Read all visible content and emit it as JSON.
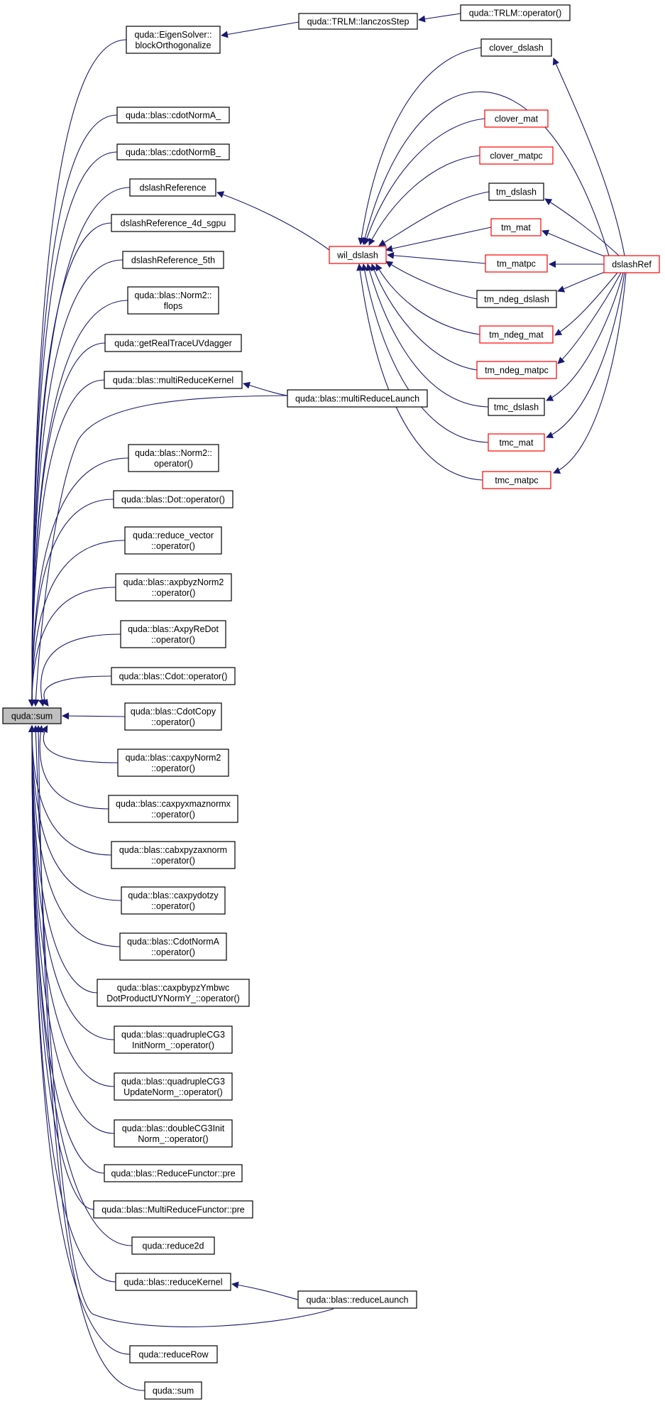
{
  "graph": {
    "node_colors": {
      "normal": "#000000",
      "truncated": "#ff0000",
      "root_fill": "#bfbfbf",
      "edge": "#191970"
    },
    "nodes": [
      {
        "id": "qsum",
        "lines": [
          "quda::sum"
        ],
        "style": "root"
      },
      {
        "id": "eig",
        "lines": [
          "quda::EigenSolver::",
          "blockOrthogonalize"
        ],
        "style": "normal"
      },
      {
        "id": "lanc",
        "lines": [
          "quda::TRLM::lanczosStep"
        ],
        "style": "normal"
      },
      {
        "id": "trlmop",
        "lines": [
          "quda::TRLM::operator()"
        ],
        "style": "normal"
      },
      {
        "id": "cdotA",
        "lines": [
          "quda::blas::cdotNormA_"
        ],
        "style": "normal"
      },
      {
        "id": "cdotB",
        "lines": [
          "quda::blas::cdotNormB_"
        ],
        "style": "normal"
      },
      {
        "id": "dref",
        "lines": [
          "dslashReference"
        ],
        "style": "normal"
      },
      {
        "id": "dref4d",
        "lines": [
          "dslashReference_4d_sgpu"
        ],
        "style": "normal"
      },
      {
        "id": "dref5",
        "lines": [
          "dslashReference_5th"
        ],
        "style": "normal"
      },
      {
        "id": "n2flops",
        "lines": [
          "quda::blas::Norm2::",
          "flops"
        ],
        "style": "normal"
      },
      {
        "id": "grt",
        "lines": [
          "quda::getRealTraceUVdagger"
        ],
        "style": "normal"
      },
      {
        "id": "mrk",
        "lines": [
          "quda::blas::multiReduceKernel"
        ],
        "style": "normal"
      },
      {
        "id": "mrl",
        "lines": [
          "quda::blas::multiReduceLaunch"
        ],
        "style": "normal"
      },
      {
        "id": "n2op",
        "lines": [
          "quda::blas::Norm2::",
          "operator()"
        ],
        "style": "normal"
      },
      {
        "id": "dotop",
        "lines": [
          "quda::blas::Dot::operator()"
        ],
        "style": "normal"
      },
      {
        "id": "rv",
        "lines": [
          "quda::reduce_vector",
          "::operator()"
        ],
        "style": "normal"
      },
      {
        "id": "axpbyz",
        "lines": [
          "quda::blas::axpbyzNorm2",
          "::operator()"
        ],
        "style": "normal"
      },
      {
        "id": "axpyre",
        "lines": [
          "quda::blas::AxpyReDot",
          "::operator()"
        ],
        "style": "normal"
      },
      {
        "id": "cdotop",
        "lines": [
          "quda::blas::Cdot::operator()"
        ],
        "style": "normal"
      },
      {
        "id": "cdotcopy",
        "lines": [
          "quda::blas::CdotCopy",
          "::operator()"
        ],
        "style": "normal"
      },
      {
        "id": "caxpyn2",
        "lines": [
          "quda::blas::caxpyNorm2",
          "::operator()"
        ],
        "style": "normal"
      },
      {
        "id": "caxpyxm",
        "lines": [
          "quda::blas::caxpyxmaznormx",
          "::operator()"
        ],
        "style": "normal"
      },
      {
        "id": "cabx",
        "lines": [
          "quda::blas::cabxpyzaxnorm",
          "::operator()"
        ],
        "style": "normal"
      },
      {
        "id": "caxpydz",
        "lines": [
          "quda::blas::caxpydotzy",
          "::operator()"
        ],
        "style": "normal"
      },
      {
        "id": "cdotna",
        "lines": [
          "quda::blas::CdotNormA",
          "::operator()"
        ],
        "style": "normal"
      },
      {
        "id": "caxpbypz",
        "lines": [
          "quda::blas::caxpbypzYmbwc",
          "DotProductUYNormY_::operator()"
        ],
        "style": "normal"
      },
      {
        "id": "q3init",
        "lines": [
          "quda::blas::quadrupleCG3",
          "InitNorm_::operator()"
        ],
        "style": "normal"
      },
      {
        "id": "q3upd",
        "lines": [
          "quda::blas::quadrupleCG3",
          "UpdateNorm_::operator()"
        ],
        "style": "normal"
      },
      {
        "id": "d3init",
        "lines": [
          "quda::blas::doubleCG3Init",
          "Norm_::operator()"
        ],
        "style": "normal"
      },
      {
        "id": "rfpre",
        "lines": [
          "quda::blas::ReduceFunctor::pre"
        ],
        "style": "normal"
      },
      {
        "id": "mrfpre",
        "lines": [
          "quda::blas::MultiReduceFunctor::pre"
        ],
        "style": "normal"
      },
      {
        "id": "r2d",
        "lines": [
          "quda::reduce2d"
        ],
        "style": "normal"
      },
      {
        "id": "rk",
        "lines": [
          "quda::blas::reduceKernel"
        ],
        "style": "normal"
      },
      {
        "id": "rl",
        "lines": [
          "quda::blas::reduceLaunch"
        ],
        "style": "normal"
      },
      {
        "id": "rrow",
        "lines": [
          "quda::reduceRow"
        ],
        "style": "normal"
      },
      {
        "id": "qsum2",
        "lines": [
          "quda::sum"
        ],
        "style": "normal"
      },
      {
        "id": "wil",
        "lines": [
          "wil_dslash"
        ],
        "style": "truncated"
      },
      {
        "id": "clovd",
        "lines": [
          "clover_dslash"
        ],
        "style": "normal"
      },
      {
        "id": "clovm",
        "lines": [
          "clover_mat"
        ],
        "style": "truncated"
      },
      {
        "id": "clovmpc",
        "lines": [
          "clover_matpc"
        ],
        "style": "truncated"
      },
      {
        "id": "tmd",
        "lines": [
          "tm_dslash"
        ],
        "style": "normal"
      },
      {
        "id": "tmm",
        "lines": [
          "tm_mat"
        ],
        "style": "truncated"
      },
      {
        "id": "tmmpc",
        "lines": [
          "tm_matpc"
        ],
        "style": "truncated"
      },
      {
        "id": "tmnd",
        "lines": [
          "tm_ndeg_dslash"
        ],
        "style": "normal"
      },
      {
        "id": "tmnm",
        "lines": [
          "tm_ndeg_mat"
        ],
        "style": "truncated"
      },
      {
        "id": "tmnmpc",
        "lines": [
          "tm_ndeg_matpc"
        ],
        "style": "truncated"
      },
      {
        "id": "tmcd",
        "lines": [
          "tmc_dslash"
        ],
        "style": "normal"
      },
      {
        "id": "tmcm",
        "lines": [
          "tmc_mat"
        ],
        "style": "truncated"
      },
      {
        "id": "tmcmpc",
        "lines": [
          "tmc_matpc"
        ],
        "style": "truncated"
      },
      {
        "id": "dsref",
        "lines": [
          "dslashRef"
        ],
        "style": "truncated"
      }
    ],
    "edges": [
      [
        "eig",
        "qsum"
      ],
      [
        "cdotA",
        "qsum"
      ],
      [
        "cdotB",
        "qsum"
      ],
      [
        "dref",
        "qsum"
      ],
      [
        "dref4d",
        "qsum"
      ],
      [
        "dref5",
        "qsum"
      ],
      [
        "n2flops",
        "qsum"
      ],
      [
        "grt",
        "qsum"
      ],
      [
        "mrk",
        "qsum"
      ],
      [
        "mrl",
        "qsum"
      ],
      [
        "n2op",
        "qsum"
      ],
      [
        "dotop",
        "qsum"
      ],
      [
        "rv",
        "qsum"
      ],
      [
        "axpbyz",
        "qsum"
      ],
      [
        "axpyre",
        "qsum"
      ],
      [
        "cdotop",
        "qsum"
      ],
      [
        "cdotcopy",
        "qsum"
      ],
      [
        "caxpyn2",
        "qsum"
      ],
      [
        "caxpyxm",
        "qsum"
      ],
      [
        "cabx",
        "qsum"
      ],
      [
        "caxpydz",
        "qsum"
      ],
      [
        "cdotna",
        "qsum"
      ],
      [
        "caxpbypz",
        "qsum"
      ],
      [
        "q3init",
        "qsum"
      ],
      [
        "q3upd",
        "qsum"
      ],
      [
        "d3init",
        "qsum"
      ],
      [
        "rfpre",
        "qsum"
      ],
      [
        "mrfpre",
        "qsum"
      ],
      [
        "r2d",
        "qsum"
      ],
      [
        "rk",
        "qsum"
      ],
      [
        "rl",
        "qsum"
      ],
      [
        "rrow",
        "qsum"
      ],
      [
        "qsum2",
        "qsum"
      ],
      [
        "lanc",
        "eig"
      ],
      [
        "trlmop",
        "lanc"
      ],
      [
        "mrl",
        "mrk"
      ],
      [
        "rl",
        "rk"
      ],
      [
        "wil",
        "dref"
      ],
      [
        "clovd",
        "wil"
      ],
      [
        "clovm",
        "wil"
      ],
      [
        "clovmpc",
        "wil"
      ],
      [
        "tmd",
        "wil"
      ],
      [
        "tmm",
        "wil"
      ],
      [
        "tmmpc",
        "wil"
      ],
      [
        "tmnd",
        "wil"
      ],
      [
        "tmnm",
        "wil"
      ],
      [
        "tmnmpc",
        "wil"
      ],
      [
        "tmcd",
        "wil"
      ],
      [
        "tmcm",
        "wil"
      ],
      [
        "tmcmpc",
        "wil"
      ],
      [
        "dsref",
        "wil"
      ],
      [
        "dsref",
        "clovd"
      ],
      [
        "dsref",
        "tmd"
      ],
      [
        "dsref",
        "tmm"
      ],
      [
        "dsref",
        "tmmpc"
      ],
      [
        "dsref",
        "tmnd"
      ],
      [
        "dsref",
        "tmnm"
      ],
      [
        "dsref",
        "tmnmpc"
      ],
      [
        "dsref",
        "tmcd"
      ],
      [
        "dsref",
        "tmcm"
      ],
      [
        "dsref",
        "tmcmpc"
      ]
    ]
  }
}
